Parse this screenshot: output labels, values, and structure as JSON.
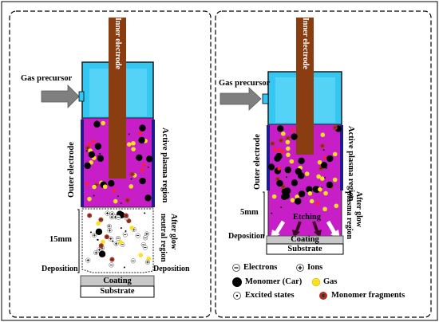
{
  "left_panel": {
    "gas_precursor": "Gas precursor",
    "inner_electrode": "Inner electrode",
    "outer_electrode": "Outer electrode",
    "active_region": "Active plasma region",
    "after_glow_1": "After glow",
    "after_glow_2": "neutral region",
    "distance": "15mm",
    "deposition_left": "Deposition",
    "deposition_right": "Deposition",
    "coating": "Coating",
    "substrate": "Substrate"
  },
  "right_panel": {
    "gas_precursor": "Gas precursor",
    "inner_electrode": "Inner electrode",
    "outer_electrode": "Outer electrode",
    "active_region": "Active plasma region",
    "after_glow_1": "After glow",
    "after_glow_2": "plasma region",
    "distance": "5mm",
    "etching": "Etching",
    "deposition": "Deposition",
    "coating": "Coating",
    "substrate": "Substrate"
  },
  "legend": {
    "electrons": "Electrons",
    "ions": "Ions",
    "monomer": "Monomer (Car)",
    "gas": "Gas",
    "excited": "Excited states",
    "fragments": "Monomer fragments"
  },
  "colors": {
    "tube_glass": "#33c7f2",
    "electrode_rod": "#8b3d12",
    "plasma": "#c81ec8",
    "outer_electrode": "#1c1c8c",
    "arrow_gray": "#7f7f7f",
    "coating": "#c8c8c8",
    "gas_particle": "#ffe020",
    "fragment": "#b03020"
  }
}
